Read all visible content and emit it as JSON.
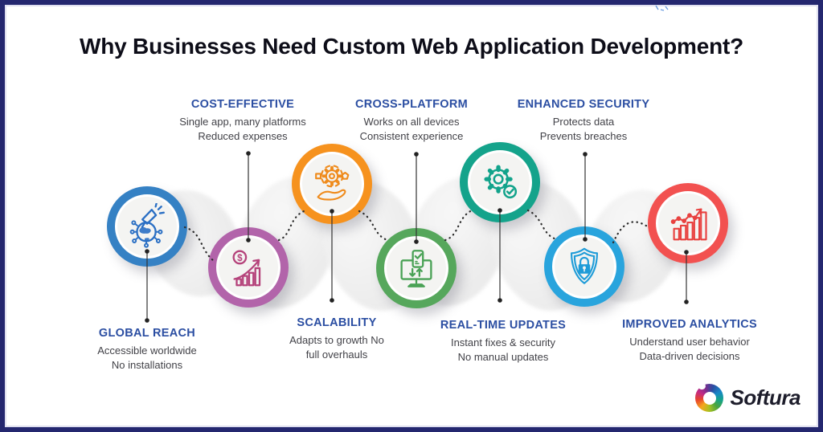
{
  "title": "Why Businesses Need Custom Web Application Development?",
  "items": [
    {
      "label": "GLOBAL REACH",
      "desc_line1": "Accessible worldwide",
      "desc_line2": "No installations",
      "ring_color": "#3581c4",
      "icon_color": "#2a6fc4",
      "icon": "globe-megaphone-icon",
      "label_position": "below"
    },
    {
      "label": "COST-EFFECTIVE",
      "desc_line1": "Single app, many platforms",
      "desc_line2": "Reduced expenses",
      "ring_color": "#b264aa",
      "icon_color": "#b5437b",
      "icon": "dollar-growth-chart-icon",
      "label_position": "above"
    },
    {
      "label": "SCALABILITY",
      "desc_line1": "Adapts to growth No",
      "desc_line2": "full overhauls",
      "ring_color": "#f6921e",
      "icon_color": "#ef8b1c",
      "icon": "hand-gear-icon",
      "label_position": "below"
    },
    {
      "label": "CROSS-PLATFORM",
      "desc_line1": "Works on all devices",
      "desc_line2": "Consistent experience",
      "ring_color": "#56a75c",
      "icon_color": "#4aa256",
      "icon": "monitor-phone-sync-icon",
      "label_position": "above"
    },
    {
      "label": "REAL-TIME UPDATES",
      "desc_line1": "Instant fixes & security",
      "desc_line2": "No manual updates",
      "ring_color": "#14a38b",
      "icon_color": "#12a38b",
      "icon": "gear-check-icon",
      "label_position": "below"
    },
    {
      "label": "ENHANCED SECURITY",
      "desc_line1": "Protects data",
      "desc_line2": "Prevents breaches",
      "ring_color": "#29a4dd",
      "icon_color": "#1f9cd8",
      "icon": "shield-lock-icon",
      "label_position": "above"
    },
    {
      "label": "IMPROVED ANALYTICS",
      "desc_line1": "Understand user behavior",
      "desc_line2": "Data-driven decisions",
      "ring_color": "#f25150",
      "icon_color": "#e8413f",
      "icon": "bar-line-chart-icon",
      "label_position": "below"
    }
  ],
  "brand": {
    "name": "Softura",
    "icon": "softura-swirl-icon"
  },
  "colors": {
    "border": "#24276f",
    "title_text": "#0d0d18",
    "heading_text": "#2b4ea2",
    "description_text": "#424248",
    "connector": "#2e2e2e"
  }
}
